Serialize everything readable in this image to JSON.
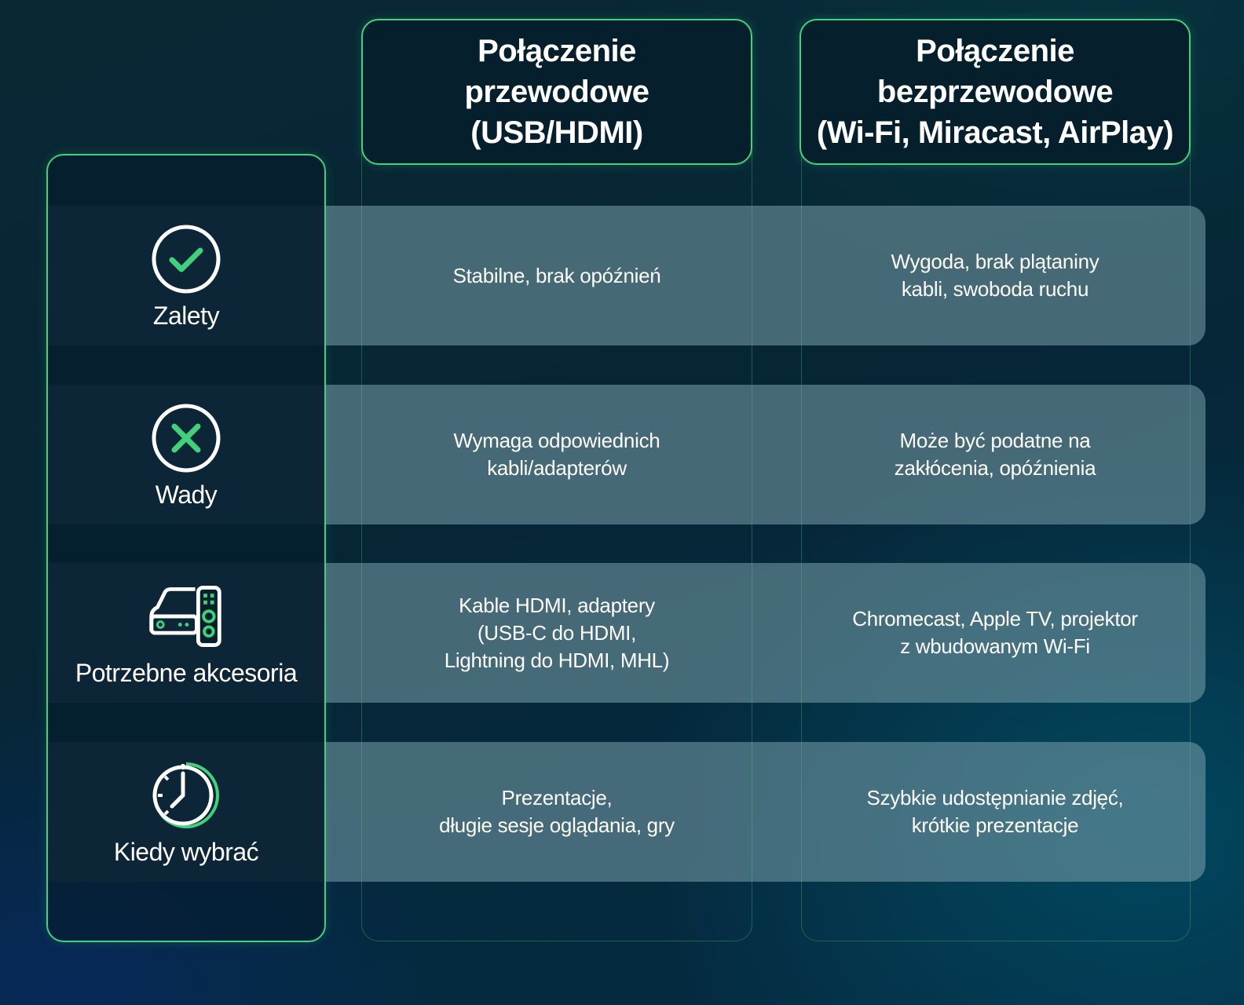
{
  "colors": {
    "accent": "#3fd27a",
    "background": "#062636",
    "band": "#5d7d89",
    "text": "#ffffff"
  },
  "headers": {
    "wired": [
      "Połączenie",
      "przewodowe",
      "(USB/HDMI)"
    ],
    "wireless": [
      "Połączenie",
      "bezprzewodowe",
      "(Wi-Fi, Miracast, AirPlay)"
    ]
  },
  "rows": [
    {
      "icon": "check-circle-icon",
      "label": "Zalety",
      "wired": [
        "Stabilne, brak opóźnień"
      ],
      "wireless": [
        "Wygoda, brak plątaniny",
        "kabli, swoboda ruchu"
      ]
    },
    {
      "icon": "x-circle-icon",
      "label": "Wady",
      "wired": [
        "Wymaga odpowiednich",
        "kabli/adapterów"
      ],
      "wireless": [
        "Może być podatne na",
        "zakłócenia, opóźnienia"
      ]
    },
    {
      "icon": "media-box-remote-icon",
      "label": "Potrzebne akcesoria",
      "wired": [
        "Kable HDMI, adaptery",
        "(USB-C do HDMI,",
        "Lightning do HDMI, MHL)"
      ],
      "wireless": [
        "Chromecast, Apple TV, projektor",
        "z wbudowanym Wi-Fi"
      ]
    },
    {
      "icon": "stopwatch-icon",
      "label": "Kiedy wybrać",
      "wired": [
        "Prezentacje,",
        "długie sesje oglądania, gry"
      ],
      "wireless": [
        "Szybkie udostępnianie zdjęć,",
        "krótkie prezentacje"
      ]
    }
  ]
}
